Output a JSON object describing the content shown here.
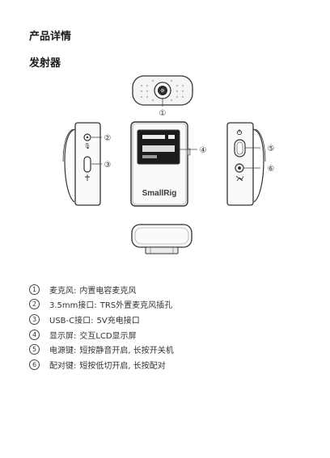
{
  "page": {
    "heading_product": "产品详情",
    "heading_transmitter": "发射器"
  },
  "diagram": {
    "callouts": [
      "①",
      "②",
      "③",
      "④",
      "⑤",
      "⑥"
    ],
    "brand_logo": "SmallRig"
  },
  "legend": [
    {
      "num": "1",
      "name": "麦克风:",
      "desc": "内置电容麦克风"
    },
    {
      "num": "2",
      "name": "3.5mm接口:",
      "desc": "TRS外置麦克风插孔"
    },
    {
      "num": "3",
      "name": "USB-C接口:",
      "desc": "5V充电接口"
    },
    {
      "num": "4",
      "name": "显示屏:",
      "desc": "交互LCD显示屏"
    },
    {
      "num": "5",
      "name": "电源键:",
      "desc": "短按静音开启, 长按开关机"
    },
    {
      "num": "6",
      "name": "配对键:",
      "desc": "短按低切开启, 长按配对"
    }
  ]
}
